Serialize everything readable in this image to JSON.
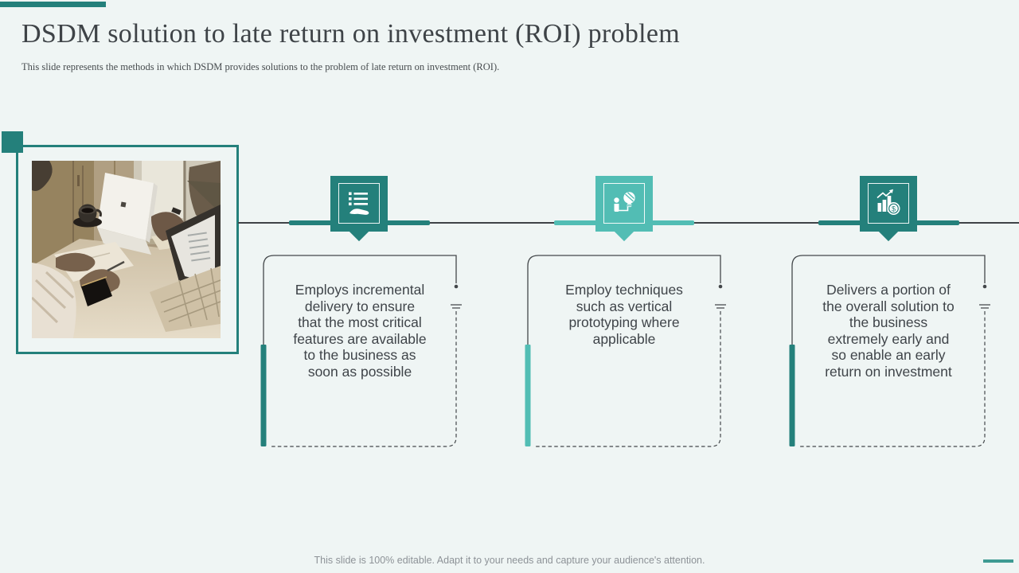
{
  "slide": {
    "title": "DSDM solution to late return on investment (ROI) problem",
    "subtitle": "This slide represents the methods in which DSDM provides solutions to the problem of late return on investment (ROI).",
    "footer": "This slide is 100% editable. Adapt it to your needs and capture your audience's attention."
  },
  "photo": {
    "description": "Two people working at a desk with two laptops, a notebook and a cup of coffee"
  },
  "cards": [
    {
      "icon": "hand-checklist-icon",
      "color": "#24807b",
      "text": "Employs incremental\ndelivery to ensure\nthat the most critical\nfeatures are available\nto the business as\nsoon as possible"
    },
    {
      "icon": "person-idea-icon",
      "color": "#52bdb4",
      "text": "Employ techniques\nsuch as vertical\nprototyping where\napplicable"
    },
    {
      "icon": "growth-chart-coin-icon",
      "color": "#24807b",
      "text": "Delivers a portion of\nthe overall solution to\nthe business\nextremely early and\nso enable an early\nreturn on investment"
    }
  ],
  "colors": {
    "background": "#eff5f4",
    "teal_dark": "#24807b",
    "teal_light": "#52bdb4",
    "outline": "#43474a",
    "text_dark": "#3f4449",
    "footer_gray": "#8d9297",
    "bottom_dash": "#3e9a92"
  }
}
